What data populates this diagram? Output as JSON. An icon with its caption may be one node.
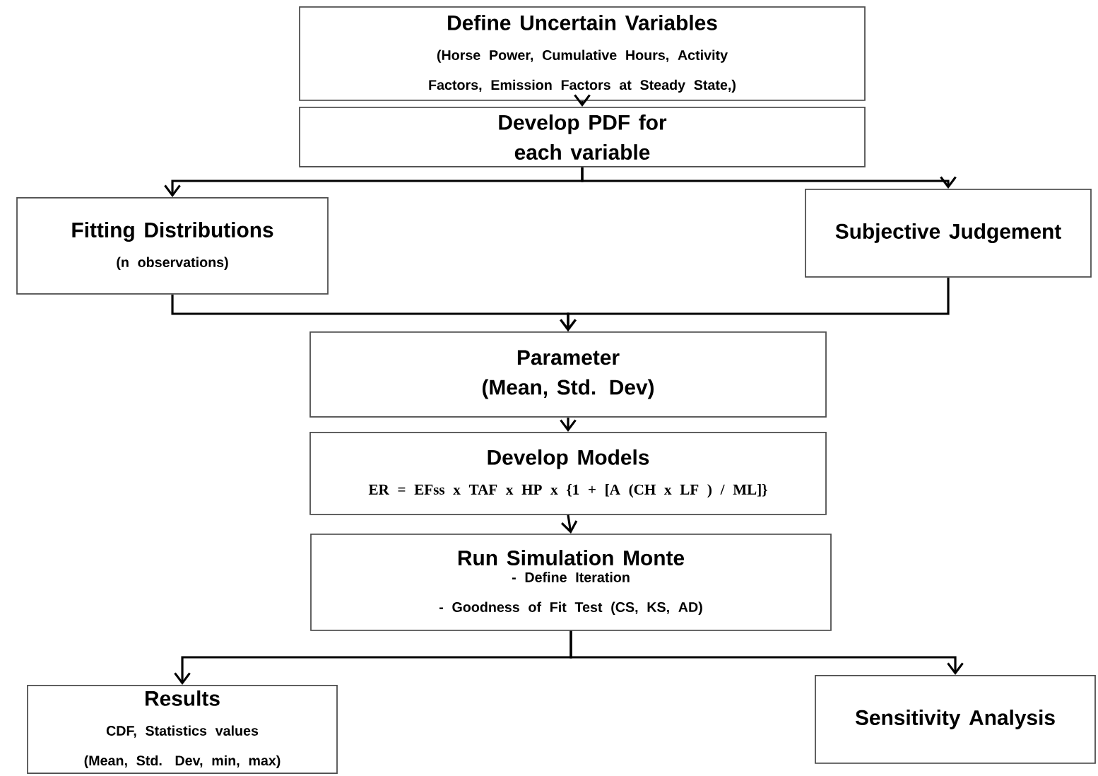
{
  "diagram": {
    "nodes": [
      {
        "text": [
          "Define Uncertain Variables",
          "(Horse Power, Cumulative Hours,  Activity Factors, Emission Factors at Steady State,)"
        ]
      },
      {
        "text": [
          "Develop PDF for each variable"
        ]
      },
      {
        "text": [
          "Fitting Distributions",
          "(n observations)"
        ]
      },
      {
        "text": [
          "Subjective Judgement"
        ]
      },
      {
        "text": [
          "Parameter",
          "(Mean, Std. Dev)"
        ]
      },
      {
        "text": [
          "Develop Models",
          "ER = EFss x TAF x HP x {1 + [A (CH x LF ) / ML]}"
        ]
      },
      {
        "text": [
          "Run Simulation Monte",
          "- Define Iteration",
          "- Goodness of Fit Test (CS, KS, AD)"
        ]
      },
      {
        "text": [
          "Results",
          "CDF, Statistics values (Mean, Std. Dev, min, max)"
        ]
      },
      {
        "text": [
          "Sensitivity Analysis"
        ]
      }
    ],
    "edges": [
      {
        "from": 0,
        "to": 1,
        "arrow": "to"
      },
      {
        "from": 1,
        "to": 2,
        "arrow": "to"
      },
      {
        "from": 1,
        "to": 3,
        "arrow": "to"
      },
      {
        "from": 2,
        "to": 4,
        "arrow": "to"
      },
      {
        "from": 3,
        "to": 4,
        "arrow": "to"
      },
      {
        "from": 4,
        "to": 5,
        "arrow": "to"
      },
      {
        "from": 5,
        "to": 6,
        "arrow": "to"
      },
      {
        "from": 6,
        "to": 7,
        "arrow": "to"
      },
      {
        "from": 6,
        "to": 8,
        "arrow": "to"
      }
    ]
  }
}
